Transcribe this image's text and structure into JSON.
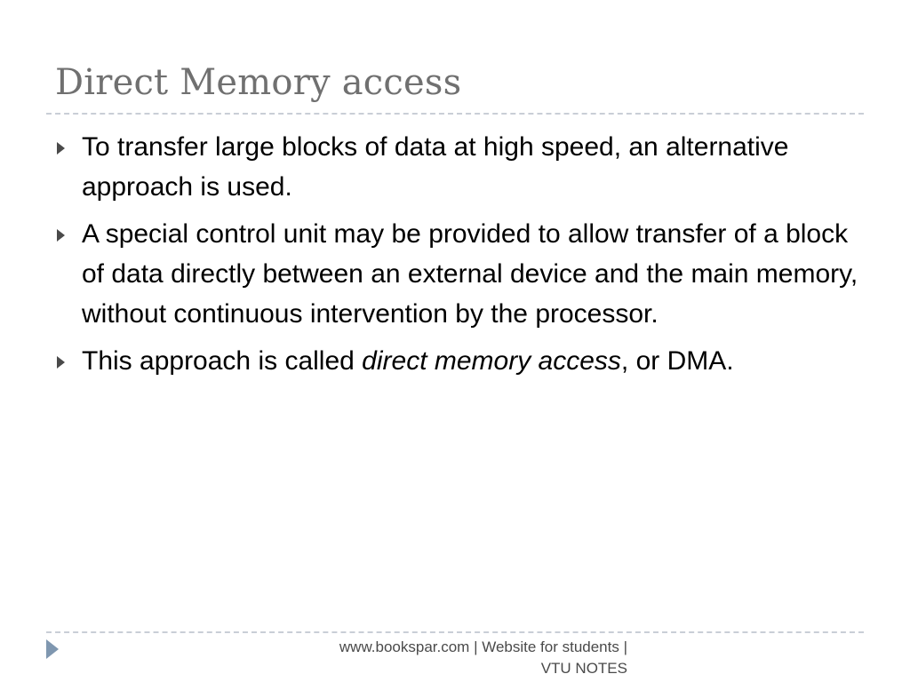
{
  "slide": {
    "title": "Direct Memory access",
    "bullets": [
      {
        "text": "To transfer large blocks of data at high speed, an alternative approach is used."
      },
      {
        "text": "A special control unit may be provided to allow transfer of a block of data directly between an external device and the main memory, without continuous intervention by the processor."
      },
      {
        "prefix": "This approach is called ",
        "emphasis": "direct memory access",
        "suffix": ", or DMA."
      }
    ],
    "footer": {
      "line1": "www.bookspar.com | Website for students |",
      "line2": "VTU NOTES"
    },
    "nav_icon": "triangle-right-icon",
    "bullet_icon": "triangle-right-icon",
    "colors": {
      "title": "#707070",
      "body": "#000000",
      "rule": "#c9ced6",
      "nav_arrow": "#7f97b0"
    }
  }
}
